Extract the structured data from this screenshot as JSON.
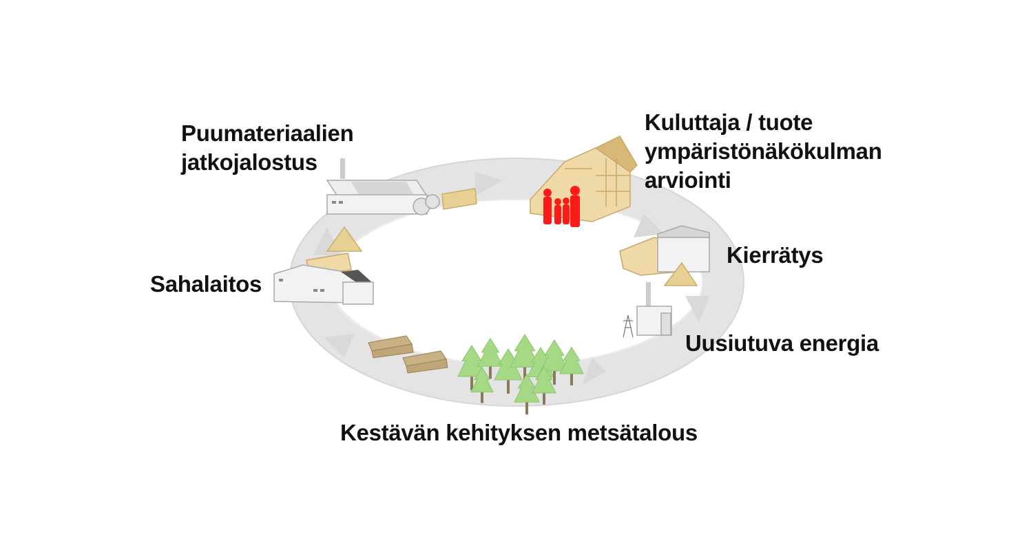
{
  "diagram": {
    "colors": {
      "cycle": "#e4e4e4",
      "cycle_edge": "#d2d2d2",
      "building": "#eeeeee",
      "building_roof": "#cfcfcf",
      "wood": "#e8cf93",
      "tree": "#a5d986",
      "people": "#ff1a1a",
      "text": "#111111"
    },
    "stages": {
      "processing": {
        "icon": "factory-icon",
        "lines": [
          "Puumateriaalien",
          "jatkojalostus"
        ]
      },
      "consumer": {
        "icon": "wooden-house-icon",
        "lines": [
          "Kuluttaja / tuote",
          "ympäristönäkökulman",
          "arviointi"
        ]
      },
      "recycling": {
        "icon": "recycling-plant-icon",
        "lines": [
          "Kierrätys"
        ]
      },
      "energy": {
        "icon": "power-plant-icon",
        "lines": [
          "Uusiutuva energia"
        ]
      },
      "forestry": {
        "icon": "forest-icon",
        "lines": [
          "Kestävän kehityksen metsätalous"
        ]
      },
      "sawmill": {
        "icon": "sawmill-icon",
        "lines": [
          "Sahalaitos"
        ]
      }
    }
  }
}
